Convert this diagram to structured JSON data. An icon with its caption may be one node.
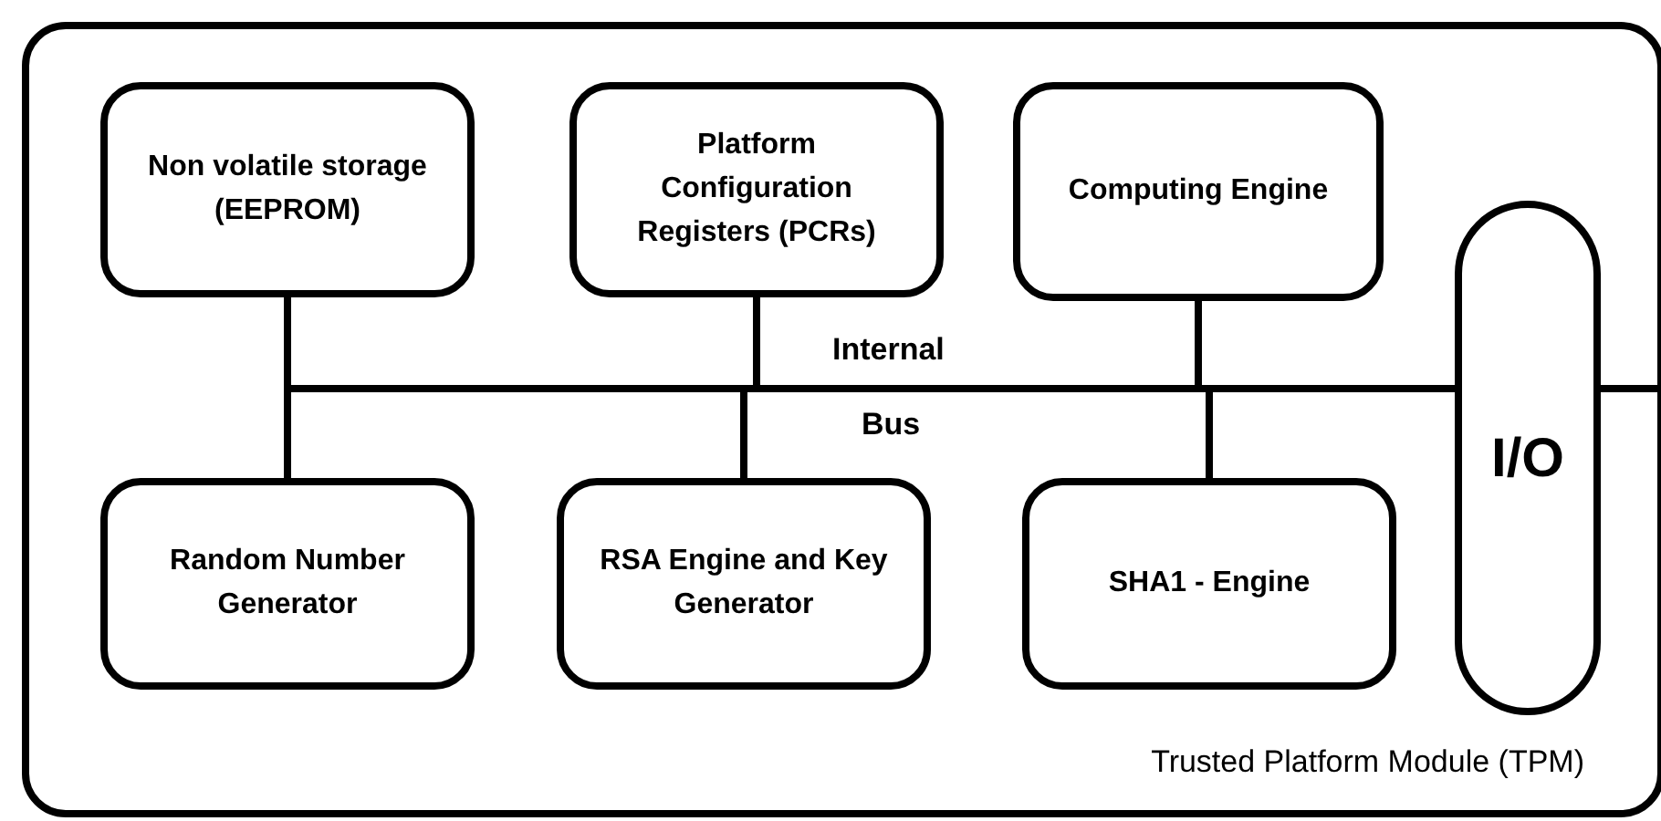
{
  "diagram": {
    "nodes": [
      {
        "text": [
          "Trusted Platform Module (TPM)"
        ]
      },
      {
        "text": [
          "Non volatile storage (EEPROM)"
        ],
        "in": 0
      },
      {
        "text": [
          "Platform Configuration Registers (PCRs)"
        ],
        "in": 0
      },
      {
        "text": [
          "Computing Engine"
        ],
        "in": 0
      },
      {
        "text": [
          "I/O"
        ],
        "in": 0
      },
      {
        "text": [
          "Random Number Generator"
        ],
        "in": 0
      },
      {
        "text": [
          "RSA Engine and Key Generator"
        ],
        "in": 0
      },
      {
        "text": [
          "SHA1 - Engine"
        ],
        "in": 0
      }
    ],
    "edges": [
      {
        "from": 1,
        "to": 4,
        "arrow": "none"
      },
      {
        "from": 2,
        "to": 4,
        "arrow": "none"
      },
      {
        "from": 3,
        "to": 4,
        "arrow": "none"
      },
      {
        "from": 5,
        "to": 4,
        "arrow": "none"
      },
      {
        "from": 6,
        "to": 4,
        "arrow": "none"
      },
      {
        "from": 7,
        "to": 4,
        "arrow": "none"
      },
      {
        "from": 4,
        "to": null,
        "arrow": "none"
      }
    ],
    "labels": [
      "Internal",
      "Bus"
    ]
  }
}
